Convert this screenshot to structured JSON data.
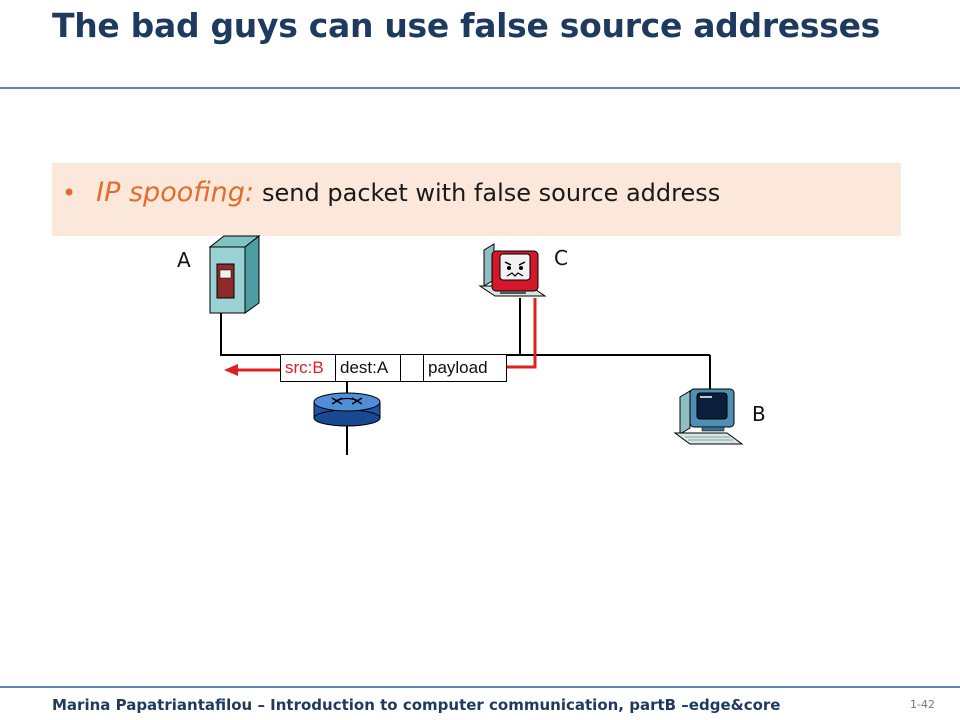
{
  "slide": {
    "title": "The bad guys can use false source addresses",
    "bullet": {
      "term": "IP spoofing:",
      "text": "send packet with false source address"
    },
    "nodes": {
      "a_label": "A",
      "b_label": "B",
      "c_label": "C"
    },
    "packet": {
      "src": "src:B",
      "dest": "dest:A",
      "empty": "",
      "payload": "payload"
    },
    "footer": "Marina Papatriantafilou – Introduction to computer communication, partB –edge&core",
    "slide_number": "1-42"
  },
  "colors": {
    "title": "#1f3a5f",
    "accent": "#e36c2c",
    "highlight_box": "#fce8da",
    "attack_path": "#e02020",
    "rule": "#5b86b8"
  }
}
